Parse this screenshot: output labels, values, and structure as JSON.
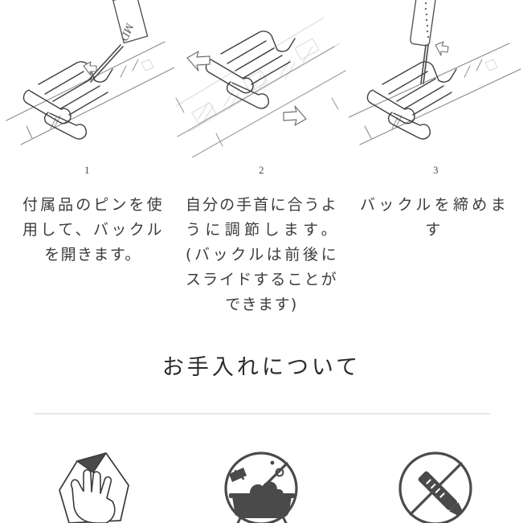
{
  "page": {
    "background_color": "#ffffff",
    "text_color": "#3c3c3c",
    "divider_color": "#e8e8e8"
  },
  "steps": [
    {
      "number": "1",
      "caption": "付属品のピンを使用して、バックルを開きます。",
      "figure_name": "buckle-open-with-pin-illustration",
      "tool_label": "MD"
    },
    {
      "number": "2",
      "caption": "自分の手首に合うように調節します。(バックルは前後にスライドすることができます)",
      "figure_name": "buckle-slide-adjust-illustration",
      "tool_label": ""
    },
    {
      "number": "3",
      "caption": "バックルを締めます",
      "figure_name": "buckle-close-with-pin-illustration",
      "tool_label": ""
    }
  ],
  "care": {
    "heading": "お手入れについて",
    "icons": [
      {
        "name": "wipe-with-cloth-icon",
        "meaning": "wipe-with-cloth"
      },
      {
        "name": "no-bathing-icon",
        "meaning": "no-bathing"
      },
      {
        "name": "no-sharp-tool-icon",
        "meaning": "no-sharp-tool"
      }
    ]
  }
}
